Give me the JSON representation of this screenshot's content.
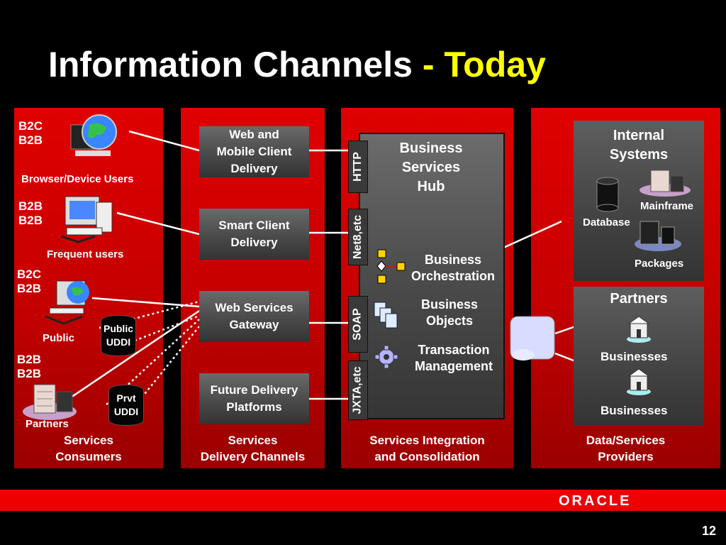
{
  "title": {
    "main": "Information Channels ",
    "accent": "- Today"
  },
  "columns": {
    "consumers": "Services\nConsumers",
    "delivery": "Services\nDelivery Channels",
    "integration": "Services Integration\nand Consolidation",
    "providers": "Data/Services\nProviders"
  },
  "consumers": [
    {
      "badge": "B2C\nB2B",
      "caption": "Browser/Device Users"
    },
    {
      "badge": "B2B\nB2B",
      "caption": "Frequent users"
    },
    {
      "badge": "B2C\nB2B",
      "caption": "Public"
    },
    {
      "badge": "B2B\nB2B",
      "caption": "Partners"
    }
  ],
  "uddi": {
    "public": "Public\nUDDI",
    "private": "Prvt\nUDDI"
  },
  "delivery_boxes": [
    "Web and\nMobile Client\nDelivery",
    "Smart Client\nDelivery",
    "Web Services\nGateway",
    "Future Delivery\nPlatforms"
  ],
  "protocols": [
    "HTTP",
    "Net8,etc",
    "SOAP",
    "JXTA,etc"
  ],
  "hub": {
    "title": "Business\nServices\nHub",
    "orchestration": "Business\nOrchestration",
    "objects": "Business\nObjects",
    "transaction": "Transaction\nManagement"
  },
  "providers": {
    "internal": {
      "title": "Internal\nSystems",
      "mainframe": "Mainframe",
      "database": "Database",
      "packages": "Packages"
    },
    "partners": {
      "title": "Partners",
      "business_1": "Businesses",
      "business_2": "Businesses"
    }
  },
  "footer": {
    "logo": "ORACLE",
    "page": "12"
  },
  "colors": {
    "accent": "#ffff00",
    "brand_red": "#ee0000",
    "panel_gray": "#4a4a4a"
  },
  "icons": [
    "globe-icon",
    "computer-user-icon",
    "server-icon",
    "database-icon",
    "building-icon",
    "gear-icon",
    "document-stack-icon",
    "cloud-icon"
  ]
}
